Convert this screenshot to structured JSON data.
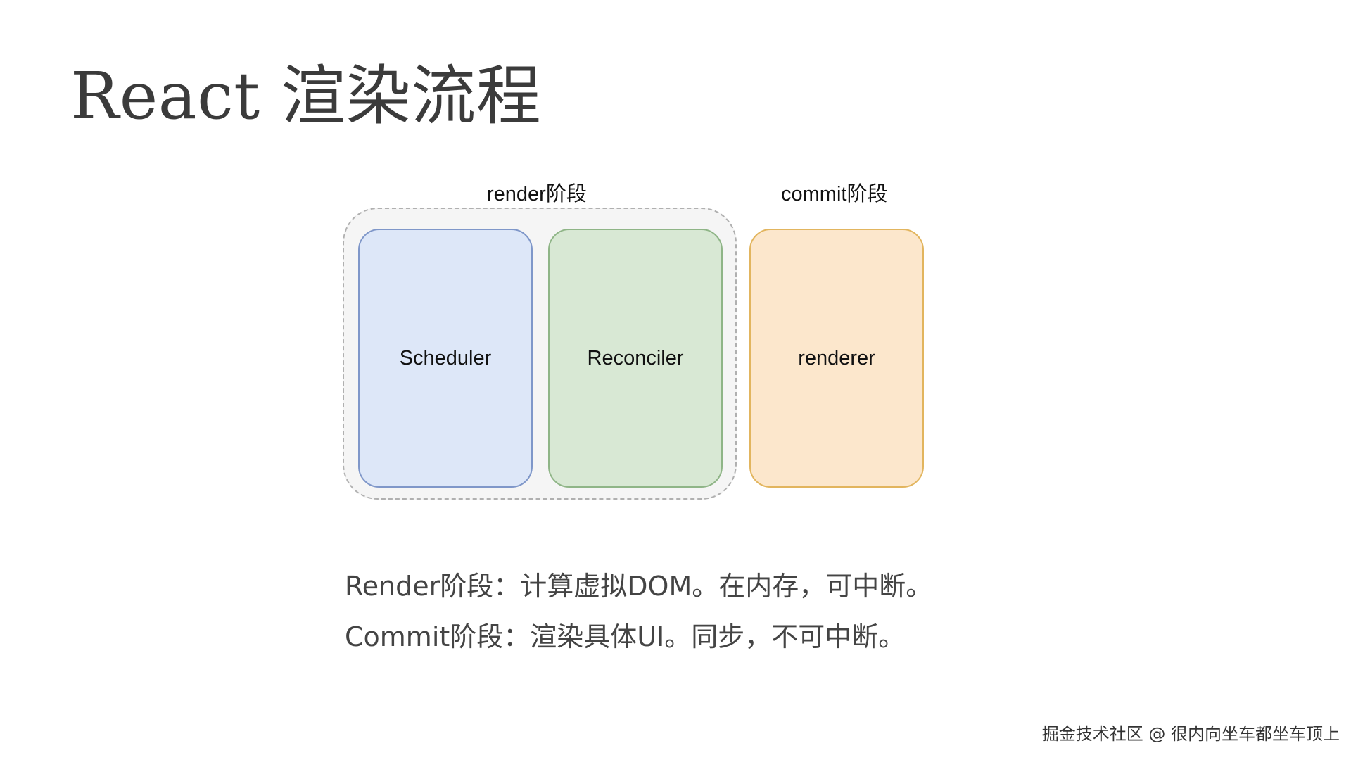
{
  "title": "React 渲染流程",
  "diagram": {
    "render_stage_label": "render阶段",
    "commit_stage_label": "commit阶段",
    "boxes": {
      "scheduler": "Scheduler",
      "reconciler": "Reconciler",
      "renderer": "renderer"
    },
    "colors": {
      "scheduler_fill": "#dde7f8",
      "scheduler_border": "#7f97c9",
      "reconciler_fill": "#d8e8d4",
      "reconciler_border": "#8fb587",
      "renderer_fill": "#fce7cc",
      "renderer_border": "#e2b55e",
      "group_fill": "#f5f5f5",
      "group_border": "#b0b0b0"
    }
  },
  "description": {
    "line1": "Render阶段：计算虚拟DOM。在内存，可中断。",
    "line2": "Commit阶段：渲染具体UI。同步，不可中断。"
  },
  "watermark": "掘金技术社区 @ 很内向坐车都坐车顶上"
}
